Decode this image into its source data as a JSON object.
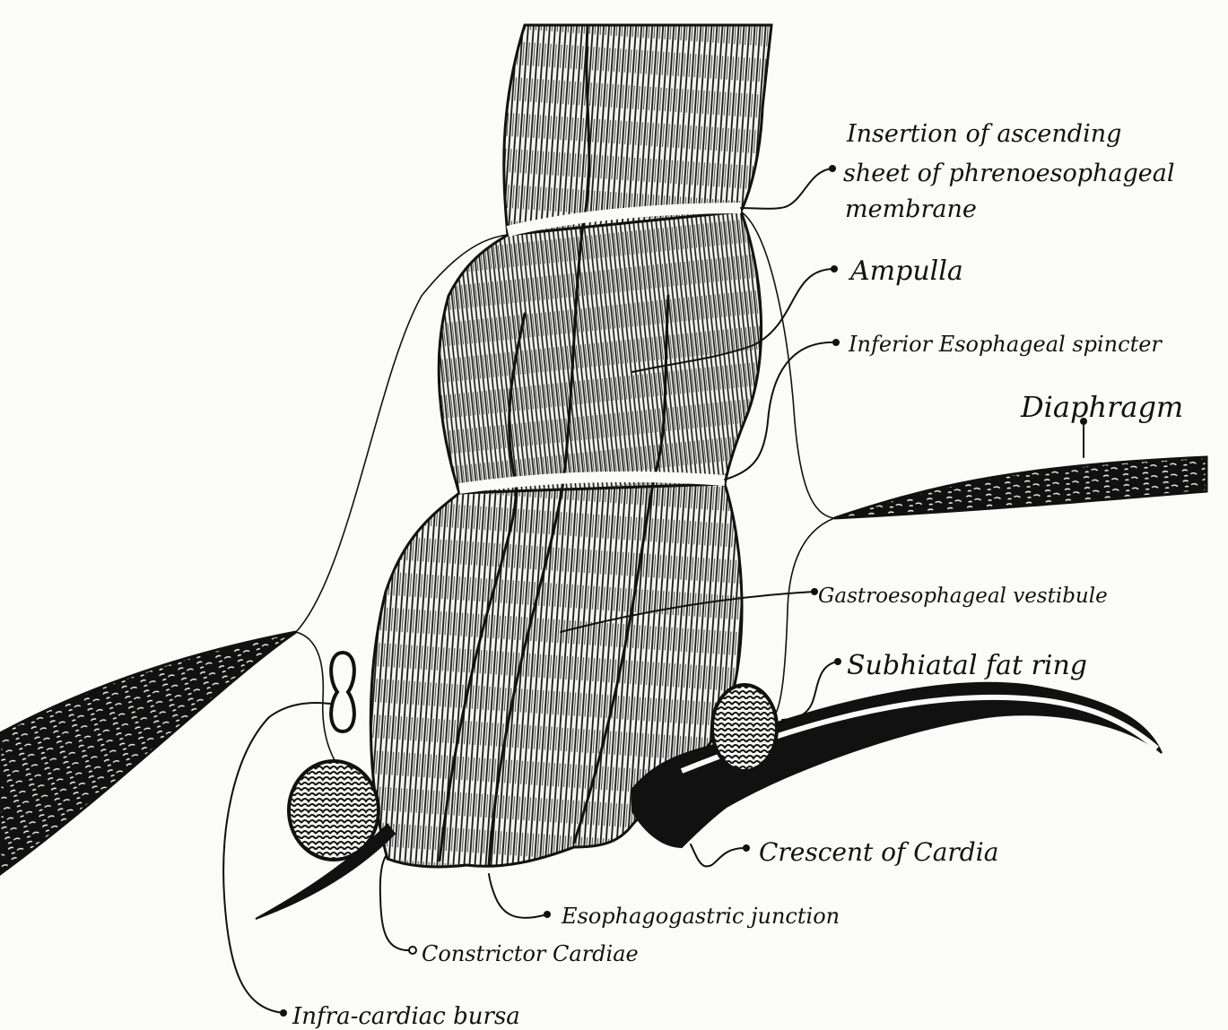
{
  "colors": {
    "ink": "#111111",
    "paper": "#fbfbf9"
  },
  "labels": {
    "insertion_line1": "Insertion of ascending",
    "insertion_line2": "sheet of phrenoesophageal",
    "insertion_line3": "membrane",
    "ampulla": "Ampulla",
    "inferior_sphincter": "Inferior Esophageal spincter",
    "diaphragm": "Diaphragm",
    "vestibule": "Gastroesophageal vestibule",
    "fat_ring": "Subhiatal fat ring",
    "crescent": "Crescent of Cardia",
    "junction": "Esophagogastric junction",
    "constrictor": "Constrictor Cardiae",
    "bursa": "Infra-cardiac bursa"
  }
}
